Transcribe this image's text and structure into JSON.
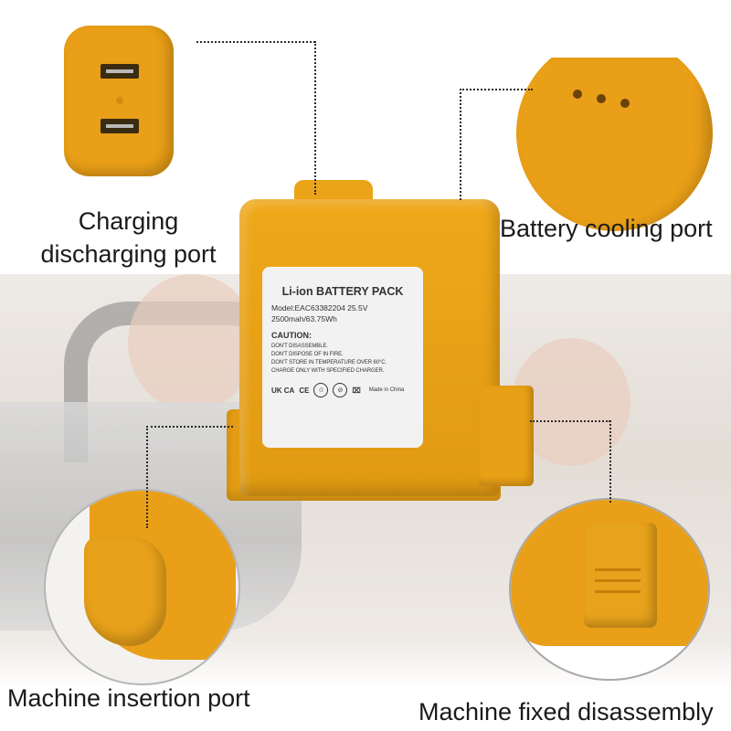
{
  "captions": {
    "charging": "Charging discharging port",
    "cooling": "Battery cooling port",
    "insertion": "Machine insertion port",
    "fixed": "Machine fixed disassembly"
  },
  "battery_label": {
    "title": "Li-ion BATTERY PACK",
    "model": "Model:EAC63382204 25.5V",
    "capacity": "2500mah/63.75Wh",
    "caution_heading": "CAUTION:",
    "warnings": [
      "DON'T DISASSEMBLE.",
      "DON'T DISPOSE OF IN FIRE.",
      "DON'T STORE IN TEMPERATURE OVER 60°C.",
      "CHARGE ONLY WITH SPECIFIED CHARGER."
    ],
    "marks": [
      "UK CA",
      "CE",
      "♲",
      "⊘",
      "⌧"
    ],
    "made_in": "Made in China"
  },
  "colors": {
    "battery": "#e99f17",
    "label": "#f2f2f2",
    "connector": "#2b2b2b"
  }
}
